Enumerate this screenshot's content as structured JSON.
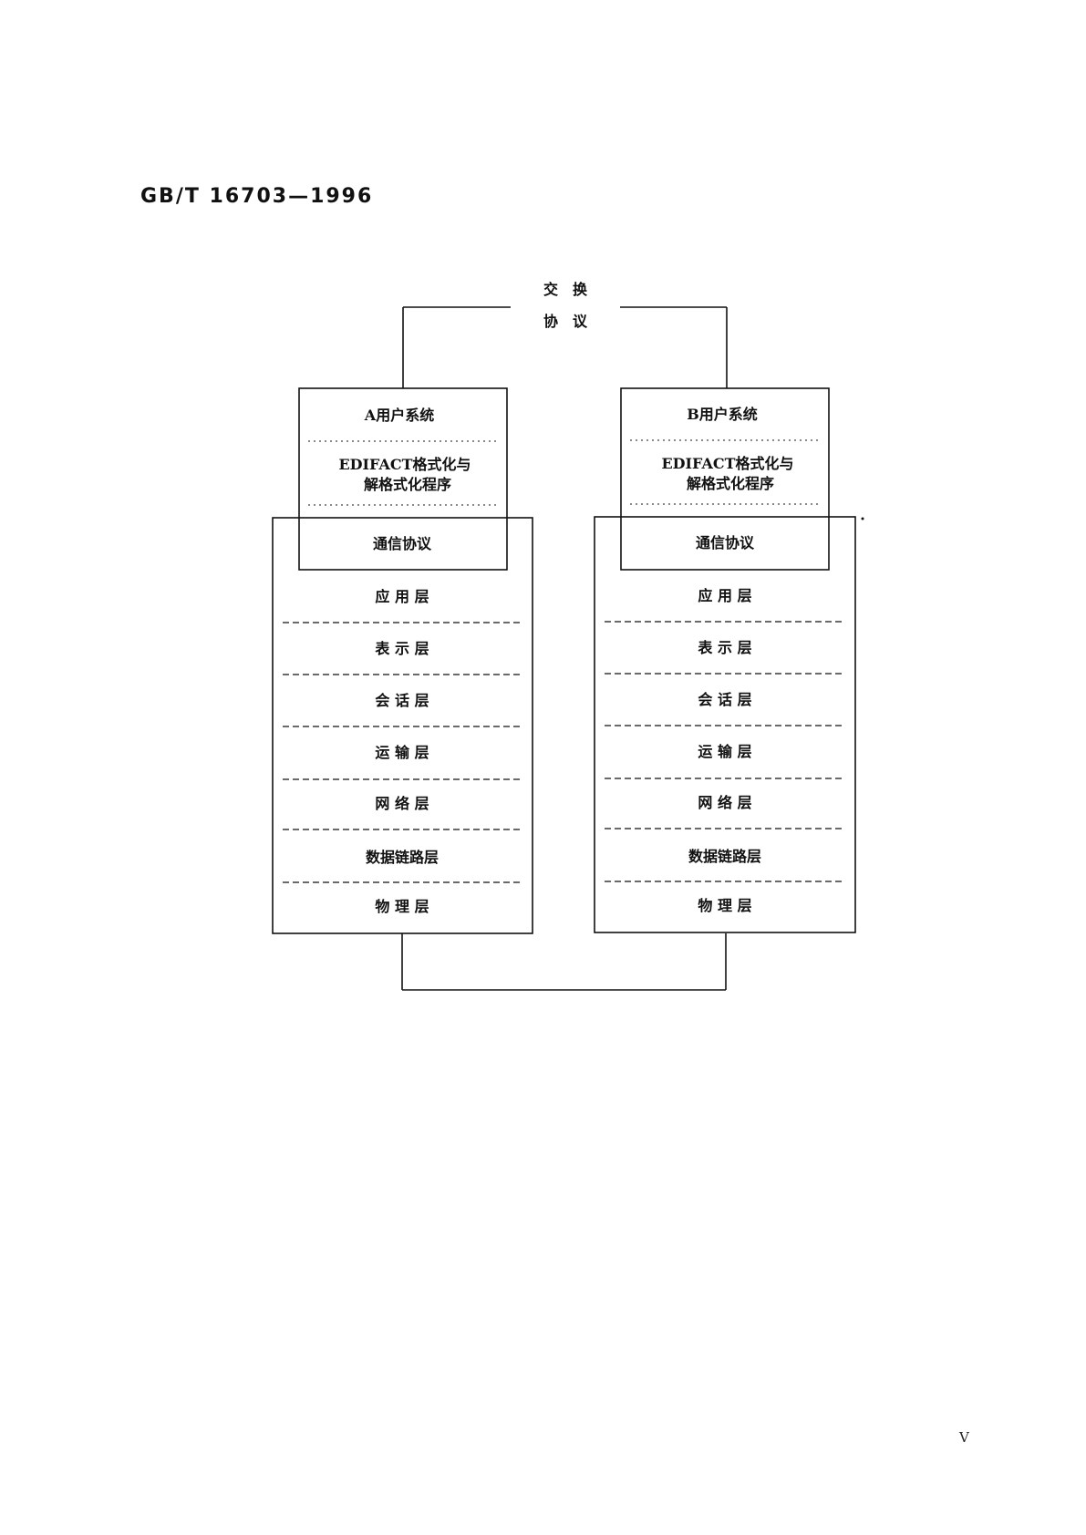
{
  "header": {
    "doc_code": "GB/T 16703—1996"
  },
  "diagram": {
    "exchange_protocol": {
      "line1": "交　换",
      "line2": "协　议"
    },
    "left": {
      "user_system": "A用户系统",
      "edifact_line1": "EDIFACT格式化与",
      "edifact_line2": "解格式化程序",
      "comm_protocol": "通信协议",
      "layers": [
        "应 用 层",
        "表 示 层",
        "会 话 层",
        "运 输 层",
        "网 络 层",
        "数据链路层",
        "物 理 层"
      ]
    },
    "right": {
      "user_system": "B用户系统",
      "edifact_line1": "EDIFACT格式化与",
      "edifact_line2": "解格式化程序",
      "comm_protocol": "通信协议",
      "layers": [
        "应 用 层",
        "表 示 层",
        "会 话 层",
        "运 输 层",
        "网 络 层",
        "数据链路层",
        "物 理 层"
      ]
    }
  },
  "footer": {
    "page_number": "V"
  }
}
